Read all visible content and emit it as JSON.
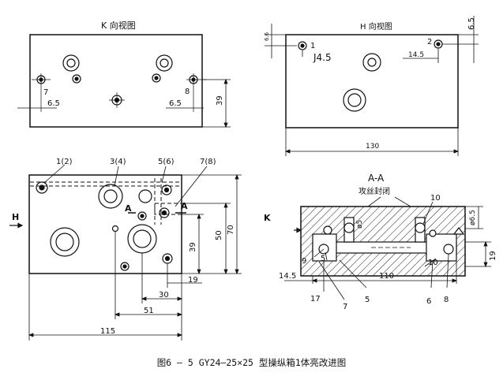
{
  "views": {
    "k_view": {
      "title": "K 向视图",
      "labels": [
        "7",
        "8",
        "6.5",
        "6.5",
        "39"
      ]
    },
    "h_view": {
      "title": "H 向视图",
      "labels": [
        "6.6",
        "1",
        "2",
        "6.5",
        "J4.5",
        "14.5",
        "130"
      ]
    },
    "front_view": {
      "labels": [
        "1(2)",
        "3(4)",
        "5(6)",
        "7(8)",
        "A",
        "A",
        "H",
        "50",
        "70",
        "39",
        "19",
        "30",
        "51",
        "115"
      ]
    },
    "section_view": {
      "title": "A-A",
      "note": "攻丝封闭",
      "labels": [
        "K",
        "10",
        "ø5",
        "ø6.5",
        "9",
        "10",
        "5",
        "19",
        "14.5",
        "110",
        "17",
        "7",
        "5",
        "6",
        "8"
      ]
    }
  },
  "caption": "图6 — 5  GY24—25×25  型操纵箱1体亮改进图"
}
